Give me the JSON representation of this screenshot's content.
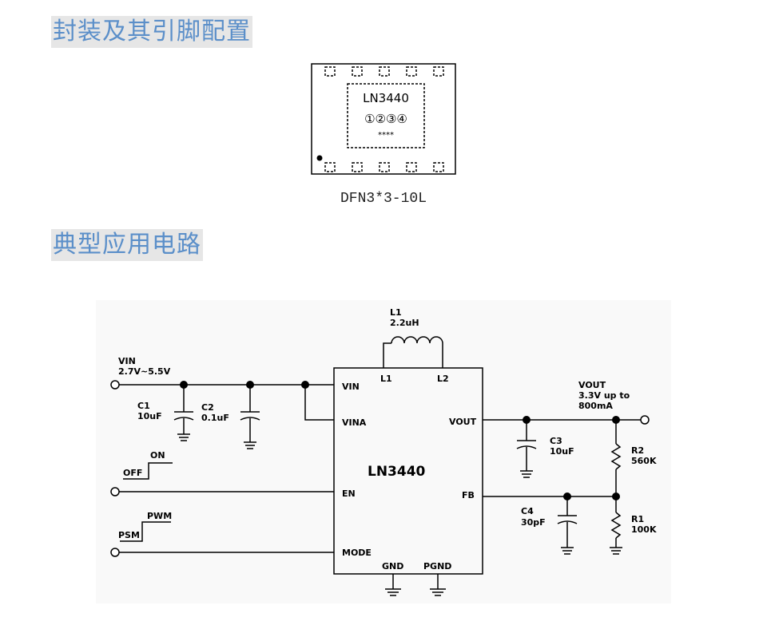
{
  "headings": {
    "package": "封装及其引脚配置",
    "application": "典型应用电路"
  },
  "package": {
    "part": "LN3440",
    "pin_marks": "①②③④",
    "date_code": "****",
    "caption": "DFN3*3-10L"
  },
  "circuit": {
    "vin_label": "VIN",
    "vin_range": "2.7V~5.5V",
    "c1_name": "C1",
    "c1_value": "10uF",
    "c2_name": "C2",
    "c2_value": "0.1uF",
    "l1_name": "L1",
    "l1_value": "2.2uH",
    "chip_name": "LN3440",
    "pins": {
      "vin": "VIN",
      "vina": "VINA",
      "en": "EN",
      "mode": "MODE",
      "l1": "L1",
      "l2": "L2",
      "vout": "VOUT",
      "fb": "FB",
      "gnd": "GND",
      "pgnd": "PGND"
    },
    "on_label": "ON",
    "off_label": "OFF",
    "pwm_label": "PWM",
    "psm_label": "PSM",
    "vout_label": "VOUT",
    "vout_spec_1": "3.3V up to",
    "vout_spec_2": "800mA",
    "c3_name": "C3",
    "c3_value": "10uF",
    "c4_name": "C4",
    "c4_value": "30pF",
    "r2_name": "R2",
    "r2_value": "560K",
    "r1_name": "R1",
    "r1_value": "100K"
  }
}
